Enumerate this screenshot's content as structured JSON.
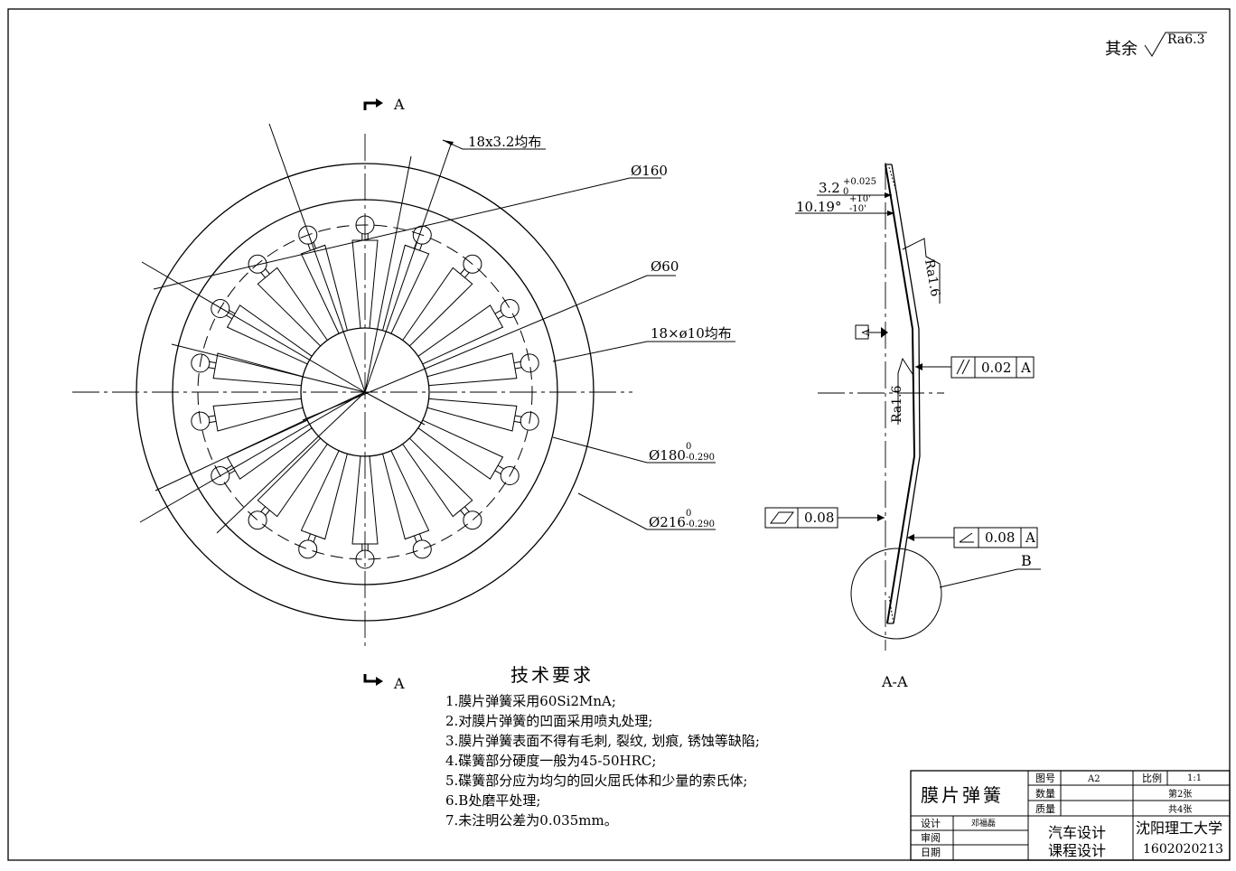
{
  "surface_note": {
    "prefix": "其余",
    "roughness": "Ra6.3"
  },
  "section_marks": {
    "top": "A",
    "bottom": "A",
    "view_label": "A-A"
  },
  "front_view": {
    "slot_label": "18x3.2均布",
    "d160": "Ø160",
    "d60": "Ø60",
    "holes_label": "18×ø10均布",
    "d180": "Ø180",
    "d180_upper": "0",
    "d180_lower": "-0.290",
    "d216": "Ø216",
    "d216_upper": "0",
    "d216_lower": "-0.290"
  },
  "section_view": {
    "thickness": "3.2",
    "thickness_upper": "+0.025",
    "thickness_lower": "0",
    "angle": "10.19°",
    "angle_upper": "+10'",
    "angle_lower": "-10'",
    "roughness_top": "Ra1.6",
    "roughness_mid": "Ra1.6",
    "datum": "A",
    "parallelism_value": "0.02",
    "parallelism_datum": "A",
    "flatness_value": "0.08",
    "angularity_value": "0.08",
    "angularity_datum": "A",
    "detail_label": "B"
  },
  "requirements": {
    "title": "技术要求",
    "items": [
      "1.膜片弹簧采用60Si2MnA;",
      "2.对膜片弹簧的凹面采用喷丸处理;",
      "3.膜片弹簧表面不得有毛刺, 裂纹, 划痕, 锈蚀等缺陷;",
      "4.碟簧部分硬度一般为45-50HRC;",
      "5.碟簧部分应为均匀的回火屈氏体和少量的索氏体;",
      "6.B处磨平处理;",
      "7.未注明公差为0.035mm。"
    ]
  },
  "title_block": {
    "part_name": "膜片弹簧",
    "drawing_no_label": "图号",
    "drawing_no": "A2",
    "scale_label": "比例",
    "scale": "1:1",
    "quantity_label": "数量",
    "sheet": "第2张",
    "mass_label": "质量",
    "total_sheets": "共4张",
    "design_label": "设计",
    "designer": "邓福磊",
    "review_label": "审阅",
    "date_label": "日期",
    "course_line1": "汽车设计",
    "course_line2": "课程设计",
    "school": "沈阳理工大学",
    "student_no": "1602020213"
  }
}
